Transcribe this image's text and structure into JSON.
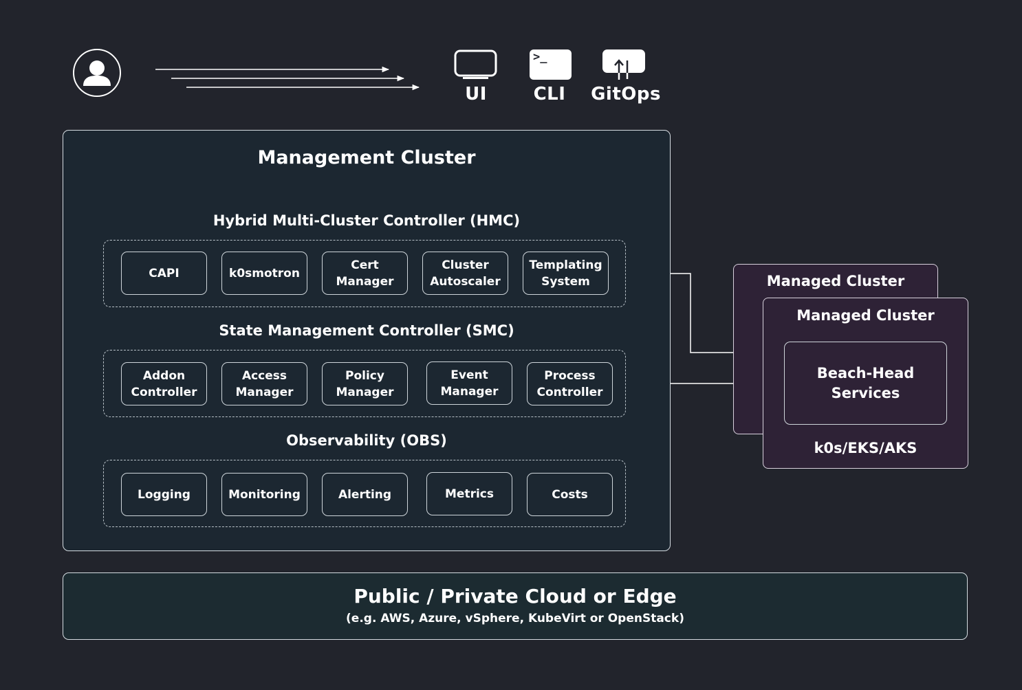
{
  "actors": {
    "ui_label": "UI",
    "cli_label": "CLI",
    "gitops_label": "GitOps",
    "cli_prompt": ">_"
  },
  "management_cluster": {
    "title": "Management Cluster",
    "hmc": {
      "title": "Hybrid Multi-Cluster Controller (HMC)",
      "components": [
        {
          "line1": "CAPI",
          "line2": ""
        },
        {
          "line1": "k0smotron",
          "line2": ""
        },
        {
          "line1": "Cert",
          "line2": "Manager"
        },
        {
          "line1": "Cluster",
          "line2": "Autoscaler"
        },
        {
          "line1": "Templating",
          "line2": "System"
        }
      ]
    },
    "smc": {
      "title": "State Management Controller (SMC)",
      "components": [
        {
          "line1": "Addon",
          "line2": "Controller"
        },
        {
          "line1": "Access",
          "line2": "Manager"
        },
        {
          "line1": "Policy",
          "line2": "Manager"
        },
        {
          "line1": "Event",
          "line2": "Manager"
        },
        {
          "line1": "Process",
          "line2": "Controller"
        }
      ]
    },
    "obs": {
      "title": "Observability (OBS)",
      "components": [
        {
          "line1": "Logging",
          "line2": ""
        },
        {
          "line1": "Monitoring",
          "line2": ""
        },
        {
          "line1": "Alerting",
          "line2": ""
        },
        {
          "line1": "Metrics",
          "line2": ""
        },
        {
          "line1": "Costs",
          "line2": ""
        }
      ]
    }
  },
  "managed_clusters": {
    "back_title": "Managed Cluster",
    "front_title": "Managed Cluster",
    "beach_head": {
      "line1": "Beach-Head",
      "line2": "Services"
    },
    "distros": "k0s/EKS/AKS"
  },
  "infrastructure": {
    "title": "Public / Private Cloud or Edge",
    "subtitle": "(e.g. AWS, Azure, vSphere, KubeVirt or OpenStack)"
  },
  "colors": {
    "background": "#22242c",
    "management_fill": "#1c2731",
    "managed_fill": "#2e2236",
    "cloud_fill": "#1c2b31",
    "line": "#ffffff"
  }
}
